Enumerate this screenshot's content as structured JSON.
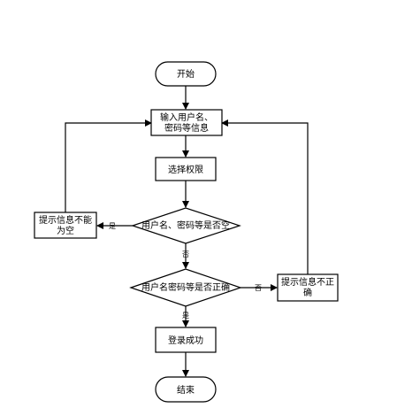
{
  "flowchart": {
    "nodes": {
      "start": {
        "text": [
          "开始"
        ]
      },
      "input": {
        "text": [
          "输入用户名、",
          "密码等信息"
        ]
      },
      "select": {
        "text": [
          "选择权限"
        ]
      },
      "check_empty": {
        "text": [
          "用户名、密码等是否空"
        ]
      },
      "empty_msg": {
        "text": [
          "提示信息不能",
          "为空"
        ]
      },
      "check_correct": {
        "text": [
          "用户名密码等是否正确"
        ]
      },
      "wrong_msg": {
        "text": [
          "提示信息不正",
          "确"
        ]
      },
      "success": {
        "text": [
          "登录成功"
        ]
      },
      "end": {
        "text": [
          "结束"
        ]
      }
    },
    "edge_labels": {
      "empty_yes": "是",
      "empty_no": "否",
      "correct_no": "否",
      "correct_yes": "是"
    }
  }
}
